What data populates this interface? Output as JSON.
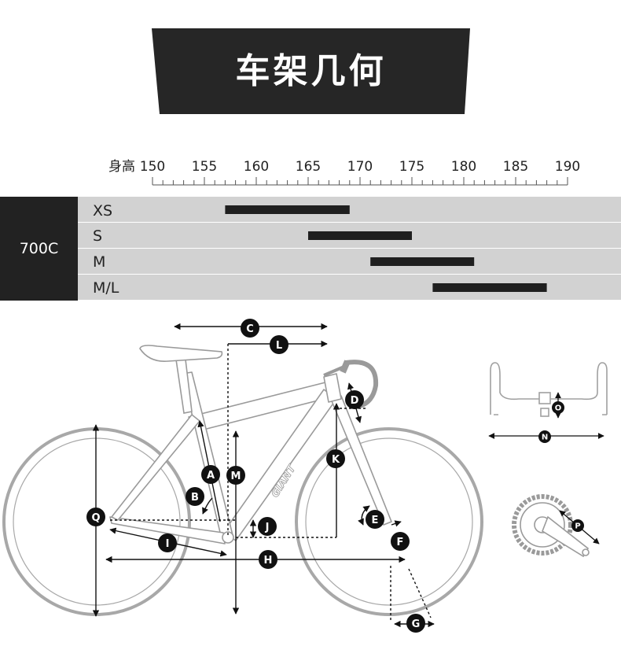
{
  "title": "车架几何",
  "height_scale": {
    "label": "身高",
    "ticks": [
      "150",
      "155",
      "160",
      "165",
      "170",
      "175",
      "180",
      "185",
      "190"
    ],
    "min": 150,
    "max": 190
  },
  "wheel_size": "700C",
  "sizes": [
    {
      "label": "XS",
      "range": [
        157,
        169
      ]
    },
    {
      "label": "S",
      "range": [
        165,
        175
      ]
    },
    {
      "label": "M",
      "range": [
        171,
        181
      ]
    },
    {
      "label": "M/L",
      "range": [
        177,
        188
      ]
    }
  ],
  "bike_brand_text": "GIANT",
  "dimensions": [
    "A",
    "B",
    "C",
    "D",
    "E",
    "F",
    "G",
    "H",
    "I",
    "J",
    "K",
    "L",
    "M",
    "N",
    "O",
    "P",
    "Q"
  ],
  "colors": {
    "banner": "#262626",
    "bar": "#1f1f1f",
    "row_bg": "#d2d2d2",
    "line": "#9a9a9a",
    "marker": "#111111"
  }
}
